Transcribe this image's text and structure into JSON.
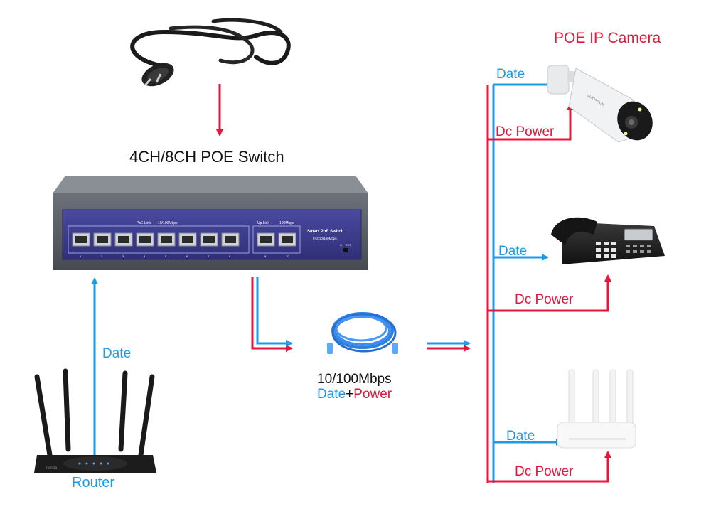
{
  "labels": {
    "camera_title": "POE IP Camera",
    "switch_title": "4CH/8CH POE Switch",
    "date": "Date",
    "dc_power": "Dc Power",
    "router": "Router",
    "cable_speed": "10/100Mbps",
    "cable_date": "Date",
    "cable_plus": "+",
    "cable_power": "Power"
  },
  "switch_panel": {
    "poe_link": "PoE Link",
    "poe_speed": "10/100Mbps",
    "uplink": "Up Link",
    "uplink_speed": "100Mbps",
    "brand": "Smart PoE Switch",
    "model": "8+2 10/100Mbps",
    "port_numbers": [
      "1",
      "2",
      "3",
      "4",
      "5",
      "6",
      "7",
      "8",
      "9",
      "10"
    ],
    "leds": [
      "S",
      "EXT"
    ]
  },
  "router_brand": "Tenda",
  "camera_brand": "LUXVISION",
  "colors": {
    "data_line": "#1e9be6",
    "power_line": "#e8163a",
    "switch_panel": "#3d3d8f",
    "switch_body": "#5a5f66"
  }
}
